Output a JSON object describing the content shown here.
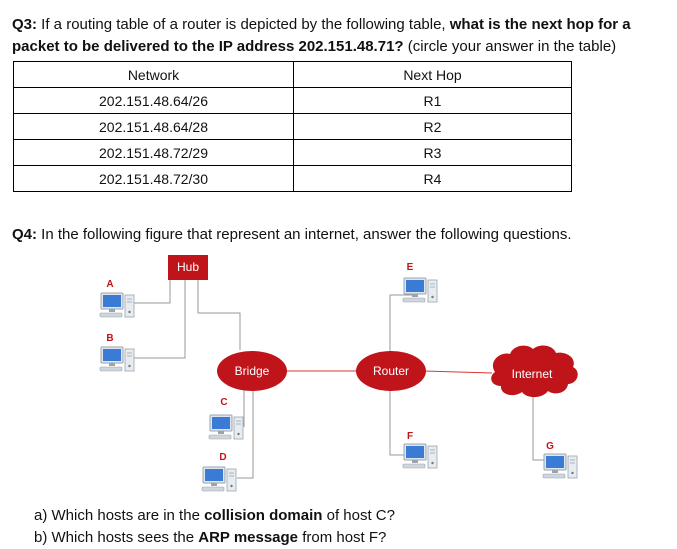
{
  "q3": {
    "number": "Q3:",
    "text_1": " If a routing table of a router is depicted by the following table, ",
    "bold_1": "what is the next hop for a packet to be delivered to the IP address 202.151.48.71?",
    "text_2": " (circle your answer in the table)"
  },
  "routing_table": {
    "headers": [
      "Network",
      "Next Hop"
    ],
    "rows": [
      [
        "202.151.48.64/26",
        "R1"
      ],
      [
        "202.151.48.64/28",
        "R2"
      ],
      [
        "202.151.48.72/29",
        "R3"
      ],
      [
        "202.151.48.72/30",
        "R4"
      ]
    ]
  },
  "q4": {
    "number": "Q4:",
    "text": " In the following figure that represent an internet, answer the following questions."
  },
  "figure": {
    "hub_label": "Hub",
    "bridge_label": "Bridge",
    "router_label": "Router",
    "internet_label": "Internet",
    "host_labels": [
      "A",
      "B",
      "C",
      "D",
      "E",
      "F",
      "G"
    ],
    "colors": {
      "device_red": "#c0141b",
      "wire_red": "#d33",
      "wire_gray": "#999999",
      "screen_blue": "#3a7bd5"
    }
  },
  "questions": {
    "a_prefix": "a)  Which hosts are in the ",
    "a_bold": "collision domain",
    "a_suffix": " of host C?",
    "b_prefix": "b)  Which hosts sees the ",
    "b_bold": "ARP message",
    "b_suffix": " from host F?"
  }
}
